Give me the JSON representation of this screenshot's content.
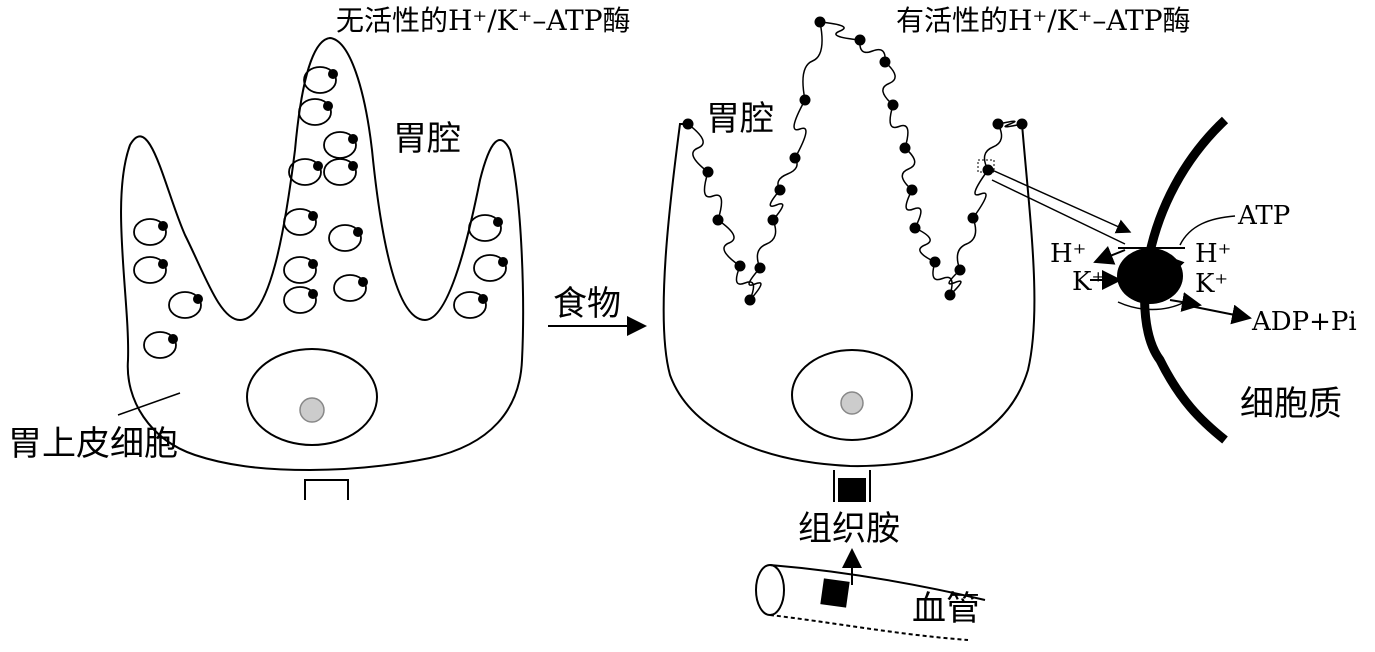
{
  "labels": {
    "inactive_enzyme": "无活性的H⁺/K⁺–ATP酶",
    "active_enzyme": "有活性的H⁺/K⁺–ATP酶",
    "lumen_left": "胃腔",
    "lumen_right": "胃腔",
    "epithelial_cell": "胃上皮细胞",
    "food": "食物",
    "histamine": "组织胺",
    "blood_vessel": "血管",
    "cytoplasm": "细胞质",
    "atp": "ATP",
    "adp_pi": "ADP+Pi",
    "h_out": "H⁺",
    "k_out": "K⁺",
    "h_in": "H⁺",
    "k_in": "K⁺"
  }
}
